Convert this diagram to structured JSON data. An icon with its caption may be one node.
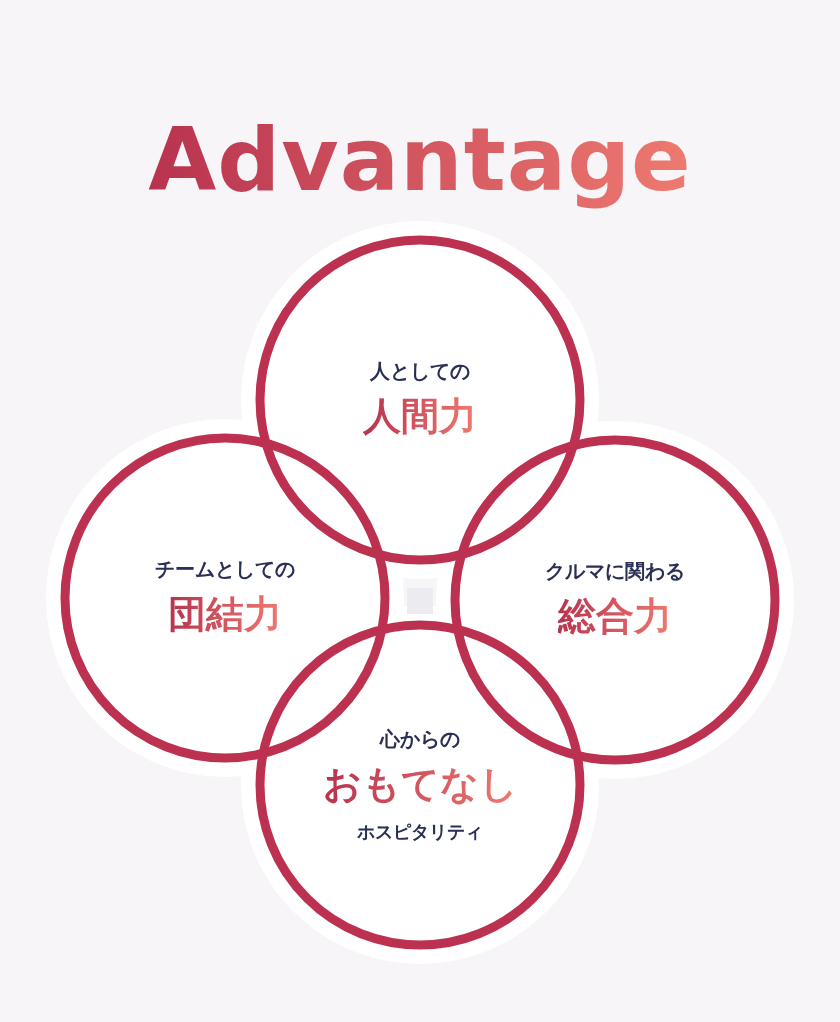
{
  "diagram": {
    "title": "Advantage",
    "nodes": [
      {
        "text": [
          "人としての",
          "人間力"
        ]
      },
      {
        "text": [
          "チームとしての",
          "団結力"
        ]
      },
      {
        "text": [
          "クルマに関わる",
          "総合力"
        ]
      },
      {
        "text": [
          "心からの",
          "おもてなし",
          "ホスピタリティ"
        ]
      }
    ]
  }
}
